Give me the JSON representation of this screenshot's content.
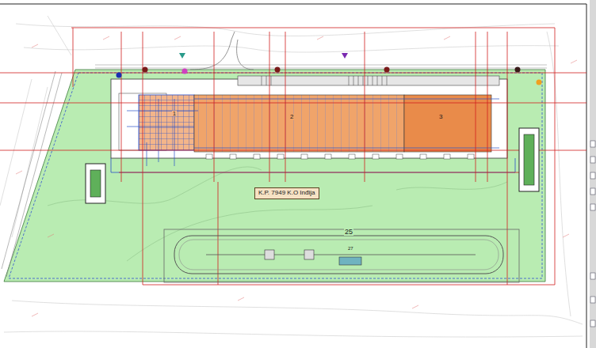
{
  "diagram": {
    "nodes": [
      {
        "text": [
          "K.P. 7949 K.O Inđija"
        ]
      }
    ],
    "labels": [
      "1",
      "2",
      "3",
      "25",
      "27"
    ]
  }
}
